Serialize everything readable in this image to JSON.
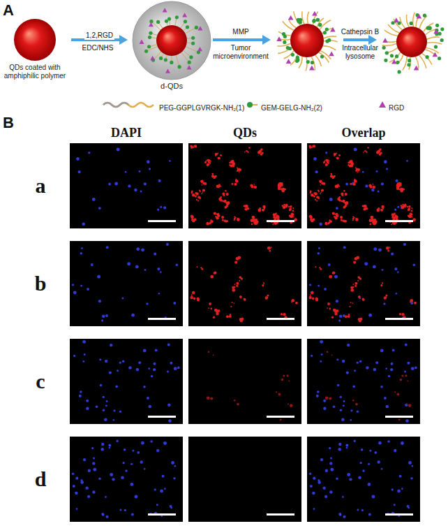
{
  "diagram": {
    "nodes": [
      {
        "text": [
          "QDs coated with amphiphilic polymer"
        ]
      },
      {
        "text": [
          "d-QDs"
        ]
      }
    ],
    "edges": [
      {
        "from": 0,
        "to": 1,
        "arrow": "to",
        "label": "1,2,RGD"
      }
    ],
    "labels": [
      "A",
      "EDC/NHS",
      "MMP",
      "Tumor microenvironment",
      "Cathepsin B",
      "Intracellular lysosome",
      "B",
      "DAPI",
      "QDs",
      "Overlap",
      "a",
      "b",
      "c",
      "d"
    ],
    "legend": [
      {
        "text": "PEG-GGPLGVRGK-NH₂(1)"
      },
      {
        "text": "GEM-GELG-NH₂(2)"
      },
      {
        "text": "RGD"
      }
    ]
  }
}
